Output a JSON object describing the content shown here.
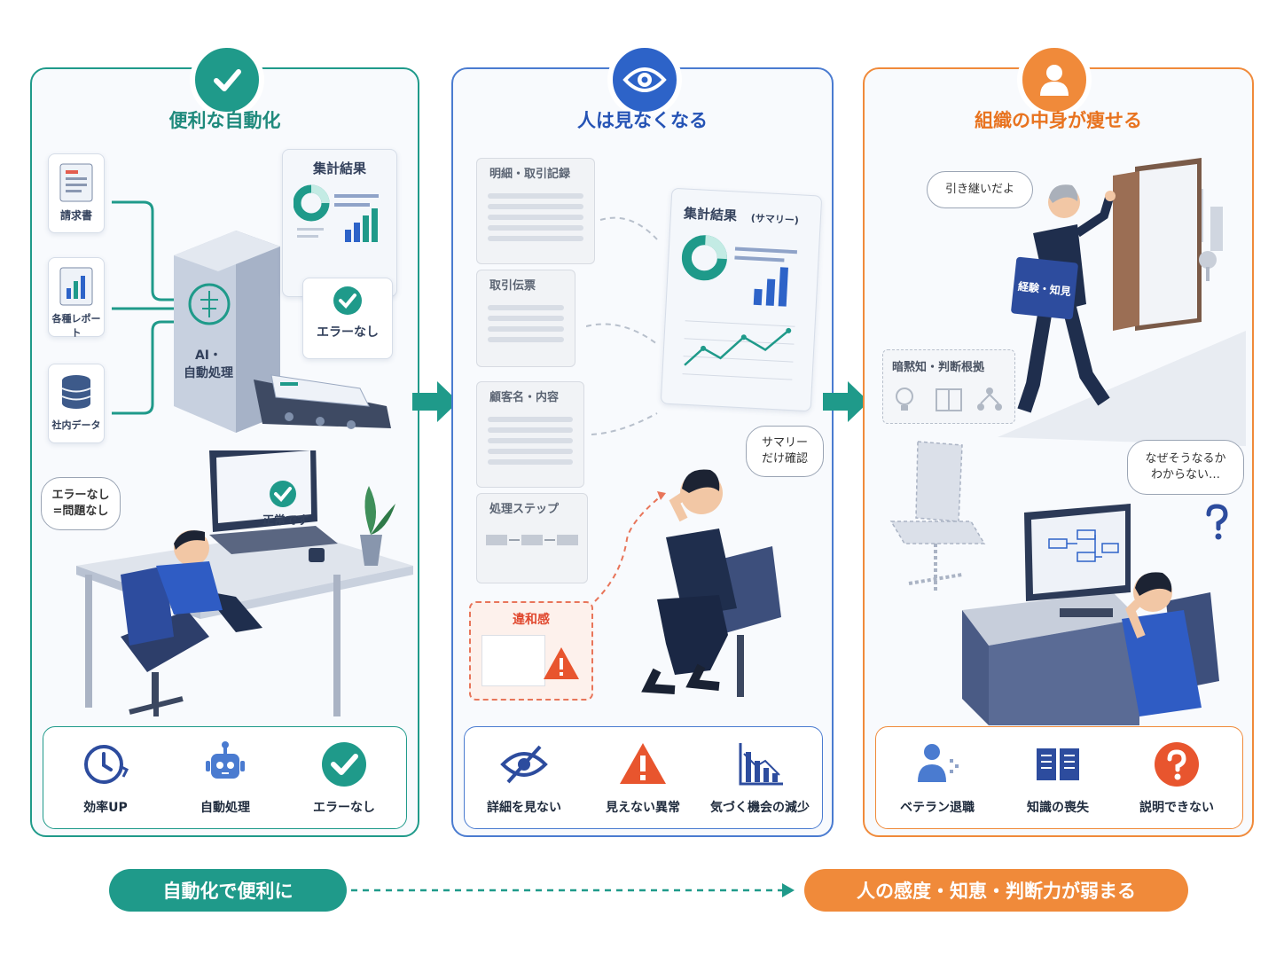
{
  "panel1": {
    "title": "便利な自動化",
    "docs": [
      "請求書",
      "各種レポート",
      "社内データ"
    ],
    "machine_label": "AI・\n自動処理",
    "result_title": "集計結果",
    "result_status": "エラーなし",
    "monitor_text": "正常です",
    "thought": "エラーなし\n=問題なし",
    "features": [
      "効率UP",
      "自動処理",
      "エラーなし"
    ]
  },
  "panel2": {
    "title": "人は見なくなる",
    "docs": [
      "明細・取引記録",
      "取引伝票",
      "顧客名・内容",
      "処理ステップ"
    ],
    "anomaly": "違和感",
    "summary_title": "集計結果",
    "summary_sub": "(サマリー)",
    "thought": "サマリー\nだけ確認",
    "features": [
      "詳細を見ない",
      "見えない異常",
      "気づく機会の減少"
    ]
  },
  "panel3": {
    "title": "組織の中身が痩せる",
    "speech": "引き継いだよ",
    "binder": "経験・知見",
    "tacit": "暗黙知・判断根拠",
    "thought": "なぜそうなるか\nわからない…",
    "features": [
      "ベテラン退職",
      "知識の喪失",
      "説明できない"
    ]
  },
  "bottom": {
    "left": "自動化で便利に",
    "right": "人の感度・知恵・判断力が弱まる"
  },
  "colors": {
    "teal": "#1f9a8a",
    "blue": "#2d63c8",
    "orange": "#f08a3a"
  }
}
